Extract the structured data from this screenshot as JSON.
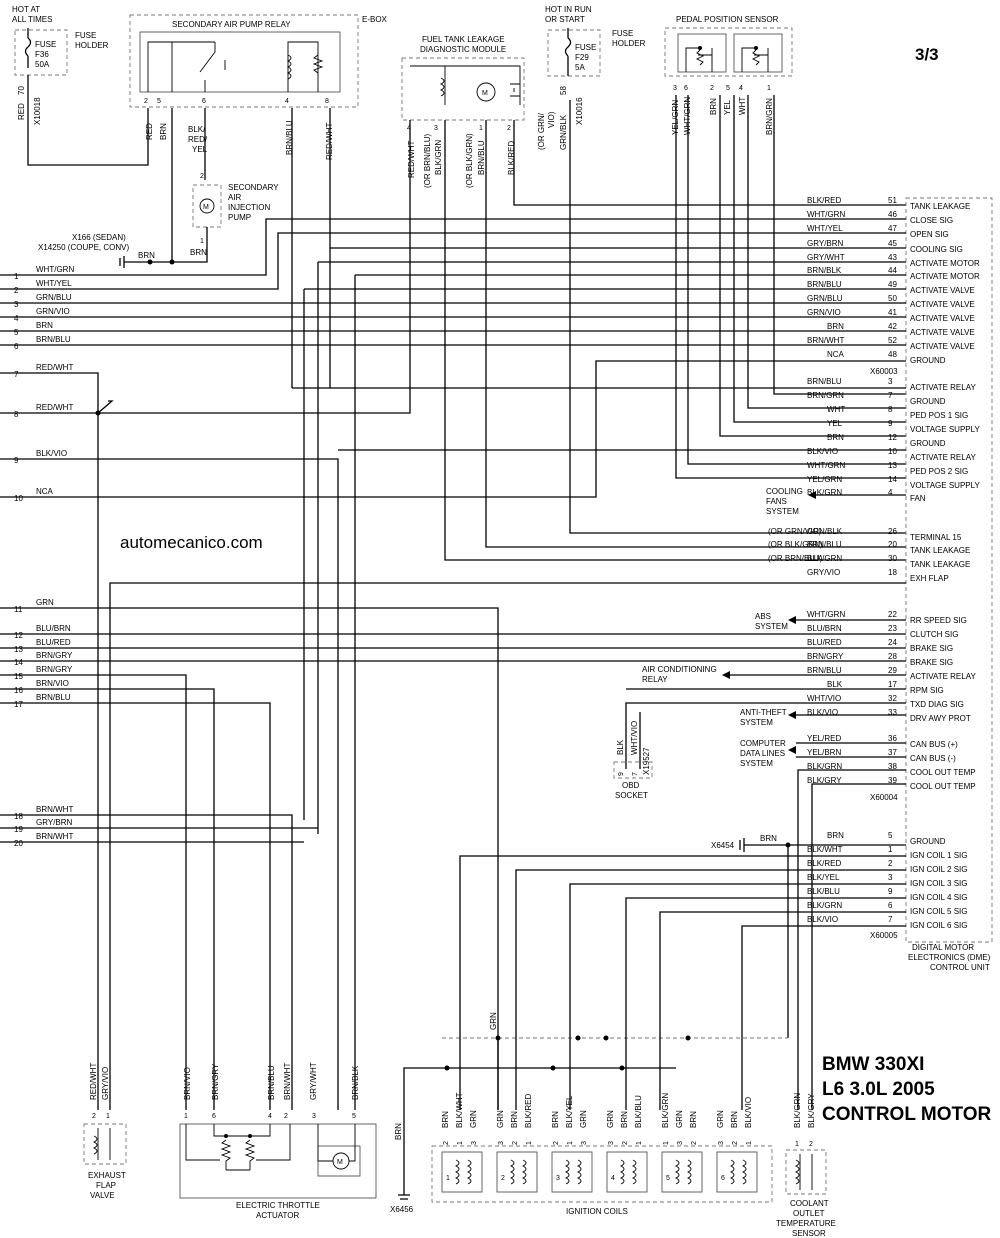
{
  "page": {
    "number": "3/3",
    "watermark": "automecanico.com",
    "title_lines": [
      "BMW 330XI",
      "L6 3.0L 2005",
      "CONTROL MOTOR"
    ]
  },
  "top": {
    "hot_at_all_times": [
      "HOT AT",
      "ALL TIMES"
    ],
    "fuse_f36": [
      "FUSE",
      "F36",
      "50A"
    ],
    "fuse_holder_1": [
      "FUSE",
      "HOLDER"
    ],
    "f36_pin": "70",
    "f36_wire": "RED",
    "f36_conn": "X10018",
    "ebox": "E-BOX",
    "relay_title": "SECONDARY AIR PUMP RELAY",
    "relay_pins": [
      "2",
      "5",
      "6",
      "4",
      "8"
    ],
    "relay_wires": [
      "RED",
      "BRN",
      "BLK/",
      "RED/",
      "YEL",
      "BRN/BLU",
      "RED/WHT"
    ],
    "pump_label": [
      "SECONDARY",
      "AIR",
      "INJECTION",
      "PUMP"
    ],
    "pump_pins": [
      "2",
      "1"
    ],
    "pump_wire": "BRN",
    "ground_conn": [
      "X166 (SEDAN)",
      "X14250 (COUPE, CONV)"
    ],
    "ground_wire": "BRN",
    "leak_module": [
      "FUEL TANK LEAKAGE",
      "DIAGNOSTIC MODULE"
    ],
    "leak_pins": [
      "4",
      "3",
      "1",
      "2"
    ],
    "leak_wires": [
      "RED/WHT",
      "(OR BRN/BLU)",
      "BLK/GRN",
      "(OR BLK/GRN)",
      "BRN/BLU",
      "BLK/RED"
    ],
    "hot_in_run": [
      "HOT IN RUN",
      "OR START"
    ],
    "fuse_f29": [
      "FUSE",
      "F29",
      "5A"
    ],
    "fuse_holder_2": [
      "FUSE",
      "HOLDER"
    ],
    "f29_pin": "58",
    "f29_wires": [
      "(OR GRN/",
      "VIO)",
      "GRN/BLK"
    ],
    "f29_conn": "X10016",
    "pedal_sensor": "PEDAL POSITION SENSOR",
    "pedal_pins": [
      "3",
      "6",
      "2",
      "5",
      "4",
      "1"
    ],
    "pedal_wires": [
      "YEL/GRN",
      "WHT/GRN",
      "BRN",
      "YEL",
      "WHT",
      "BRN/GRN"
    ]
  },
  "left_rows": [
    {
      "n": "1",
      "wire": "WHT/GRN"
    },
    {
      "n": "2",
      "wire": "WHT/YEL"
    },
    {
      "n": "3",
      "wire": "GRN/BLU"
    },
    {
      "n": "4",
      "wire": "GRN/VIO"
    },
    {
      "n": "5",
      "wire": "BRN"
    },
    {
      "n": "6",
      "wire": "BRN/BLU"
    },
    {
      "n": "7",
      "wire": "RED/WHT"
    },
    {
      "n": "8",
      "wire": "RED/WHT"
    },
    {
      "n": "9",
      "wire": "BLK/VIO"
    },
    {
      "n": "10",
      "wire": "NCA"
    },
    {
      "n": "11",
      "wire": "GRN"
    },
    {
      "n": "12",
      "wire": "BLU/BRN"
    },
    {
      "n": "13",
      "wire": "BLU/RED"
    },
    {
      "n": "14",
      "wire": "BRN/GRY"
    },
    {
      "n": "15",
      "wire": "BRN/GRY"
    },
    {
      "n": "16",
      "wire": "BRN/VIO"
    },
    {
      "n": "17",
      "wire": "BRN/BLU"
    },
    {
      "n": "18",
      "wire": "BRN/WHT"
    },
    {
      "n": "19",
      "wire": "GRY/BRN"
    },
    {
      "n": "20",
      "wire": "BRN/WHT"
    }
  ],
  "dme_pins": [
    {
      "wire": "BLK/RED",
      "pin": "51",
      "sig": "TANK LEAKAGE"
    },
    {
      "wire": "WHT/GRN",
      "pin": "46",
      "sig": "CLOSE SIG"
    },
    {
      "wire": "WHT/YEL",
      "pin": "47",
      "sig": "OPEN SIG"
    },
    {
      "wire": "GRY/BRN",
      "pin": "45",
      "sig": "COOLING SIG"
    },
    {
      "wire": "GRY/WHT",
      "pin": "43",
      "sig": "ACTIVATE MOTOR"
    },
    {
      "wire": "BRN/BLK",
      "pin": "44",
      "sig": "ACTIVATE MOTOR"
    },
    {
      "wire": "BRN/BLU",
      "pin": "49",
      "sig": "ACTIVATE VALVE"
    },
    {
      "wire": "GRN/BLU",
      "pin": "50",
      "sig": "ACTIVATE VALVE"
    },
    {
      "wire": "GRN/VIO",
      "pin": "41",
      "sig": "ACTIVATE VALVE"
    },
    {
      "wire": "BRN",
      "pin": "42",
      "sig": "ACTIVATE VALVE"
    },
    {
      "wire": "BRN/WHT",
      "pin": "52",
      "sig": "ACTIVATE VALVE"
    },
    {
      "wire": "NCA",
      "pin": "48",
      "sig": "GROUND"
    },
    {
      "conn": "X60003"
    },
    {
      "wire": "BRN/BLU",
      "pin": "3",
      "sig": "ACTIVATE RELAY"
    },
    {
      "wire": "BRN/GRN",
      "pin": "7",
      "sig": "GROUND"
    },
    {
      "wire": "WHT",
      "pin": "8",
      "sig": "PED POS 1 SIG"
    },
    {
      "wire": "YEL",
      "pin": "9",
      "sig": "VOLTAGE SUPPLY"
    },
    {
      "wire": "BRN",
      "pin": "12",
      "sig": "GROUND"
    },
    {
      "wire": "BLK/VIO",
      "pin": "10",
      "sig": "ACTIVATE RELAY"
    },
    {
      "wire": "WHT/GRN",
      "pin": "13",
      "sig": "PED POS 2 SIG"
    },
    {
      "wire": "YEL/GRN",
      "pin": "14",
      "sig": "VOLTAGE SUPPLY"
    },
    {
      "wire": "BLK/GRN",
      "pin": "4",
      "sig": "FAN",
      "ext": [
        "COOLING",
        "FANS",
        "SYSTEM"
      ]
    },
    {
      "wire": "GRN/BLK",
      "pin": "26",
      "sig": "TERMINAL 15",
      "alt": "(OR GRN/VIO)"
    },
    {
      "wire": "BRN/BLU",
      "pin": "20",
      "sig": "TANK LEAKAGE",
      "alt": "(OR BLK/GRN)"
    },
    {
      "wire": "BLK/GRN",
      "pin": "30",
      "sig": "TANK LEAKAGE",
      "alt": "(OR BRN/BLU)"
    },
    {
      "wire": "GRY/VIO",
      "pin": "18",
      "sig": "EXH FLAP"
    },
    {
      "wire": "WHT/GRN",
      "pin": "22",
      "sig": "RR SPEED SIG",
      "ext": [
        "ABS",
        "SYSTEM"
      ]
    },
    {
      "wire": "BLU/BRN",
      "pin": "23",
      "sig": "CLUTCH SIG"
    },
    {
      "wire": "BLU/RED",
      "pin": "24",
      "sig": "BRAKE SIG"
    },
    {
      "wire": "BRN/GRY",
      "pin": "28",
      "sig": "BRAKE SIG"
    },
    {
      "wire": "BRN/BLU",
      "pin": "29",
      "sig": "ACTIVATE RELAY",
      "ext": [
        "AIR CONDITIONING",
        "RELAY"
      ]
    },
    {
      "wire": "BLK",
      "pin": "17",
      "sig": "RPM SIG"
    },
    {
      "wire": "WHT/VIO",
      "pin": "32",
      "sig": "TXD DIAG SIG"
    },
    {
      "wire": "BLK/VIO",
      "pin": "33",
      "sig": "DRV AWY PROT",
      "ext": [
        "ANTI-THEFT",
        "SYSTEM"
      ]
    },
    {
      "wire": "YEL/RED",
      "pin": "36",
      "sig": "CAN BUS (+)",
      "ext": [
        "COMPUTER",
        "DATA LINES",
        "SYSTEM"
      ]
    },
    {
      "wire": "YEL/BRN",
      "pin": "37",
      "sig": "CAN BUS (-)"
    },
    {
      "wire": "BLK/GRN",
      "pin": "38",
      "sig": "COOL OUT TEMP"
    },
    {
      "wire": "BLK/GRY",
      "pin": "39",
      "sig": "COOL OUT TEMP"
    },
    {
      "conn": "X60004"
    },
    {
      "wire": "BRN",
      "pin": "5",
      "sig": "GROUND"
    },
    {
      "wire": "BLK/WHT",
      "pin": "1",
      "sig": "IGN COIL 1 SIG"
    },
    {
      "wire": "BLK/RED",
      "pin": "2",
      "sig": "IGN COIL 2 SIG"
    },
    {
      "wire": "BLK/YEL",
      "pin": "3",
      "sig": "IGN COIL 3 SIG"
    },
    {
      "wire": "BLK/BLU",
      "pin": "9",
      "sig": "IGN COIL 4 SIG"
    },
    {
      "wire": "BLK/GRN",
      "pin": "6",
      "sig": "IGN COIL 5 SIG"
    },
    {
      "wire": "BLK/VIO",
      "pin": "7",
      "sig": "IGN COIL 6 SIG"
    },
    {
      "conn": "X60005"
    }
  ],
  "dme_label": [
    "DIGITAL MOTOR",
    "ELECTRONICS (DME)",
    "CONTROL UNIT"
  ],
  "obd": {
    "wires": [
      "BLK",
      "WHT/VIO"
    ],
    "pins": [
      "9",
      "7"
    ],
    "conn": "X19527",
    "label": [
      "OBD",
      "SOCKET"
    ]
  },
  "ground_x6454": {
    "conn": "X6454",
    "wire": "BRN"
  },
  "bottom": {
    "exhaust_wires": [
      "RED/WHT",
      "GRY/VIO"
    ],
    "exhaust_pins": [
      "2",
      "1"
    ],
    "exhaust_label": [
      "EXHAUST",
      "FLAP",
      "VALVE"
    ],
    "etc_wires": [
      "BRN/VIO",
      "BRN/GRY",
      "BRN/BLU",
      "BRN/WHT",
      "GRY/WHT",
      "BRN/BLK"
    ],
    "etc_pins": [
      "1",
      "6",
      "4",
      "2",
      "3",
      "5"
    ],
    "etc_label": [
      "ELECTRIC THROTTLE",
      "ACTUATOR"
    ],
    "brn_wire": "BRN",
    "grn_wire": "GRN",
    "ground_x6456": "X6456",
    "coils": [
      {
        "num": "1",
        "wires": [
          "BRN",
          "BLK/WHT",
          "GRN"
        ],
        "pins": [
          "2",
          "1",
          "3"
        ]
      },
      {
        "num": "2",
        "wires": [
          "GRN",
          "BRN",
          "BLK/RED"
        ],
        "pins": [
          "3",
          "2",
          "1"
        ]
      },
      {
        "num": "3",
        "wires": [
          "BRN",
          "BLK/YEL",
          "GRN"
        ],
        "pins": [
          "2",
          "1",
          "3"
        ]
      },
      {
        "num": "4",
        "wires": [
          "GRN",
          "BRN",
          "BLK/BLU"
        ],
        "pins": [
          "3",
          "2",
          "1"
        ]
      },
      {
        "num": "5",
        "wires": [
          "BLK/GRN",
          "GRN",
          "BRN"
        ],
        "pins": [
          "1",
          "3",
          "2"
        ]
      },
      {
        "num": "6",
        "wires": [
          "GRN",
          "BRN",
          "BLK/VIO"
        ],
        "pins": [
          "3",
          "2",
          "1"
        ]
      }
    ],
    "coils_label": "IGNITION COILS",
    "coolant_wires": [
      "BLK/GRN",
      "BLK/GRY"
    ],
    "coolant_pins": [
      "1",
      "2"
    ],
    "coolant_label": [
      "COOLANT",
      "OUTLET",
      "TEMPERATURE",
      "SENSOR"
    ]
  }
}
